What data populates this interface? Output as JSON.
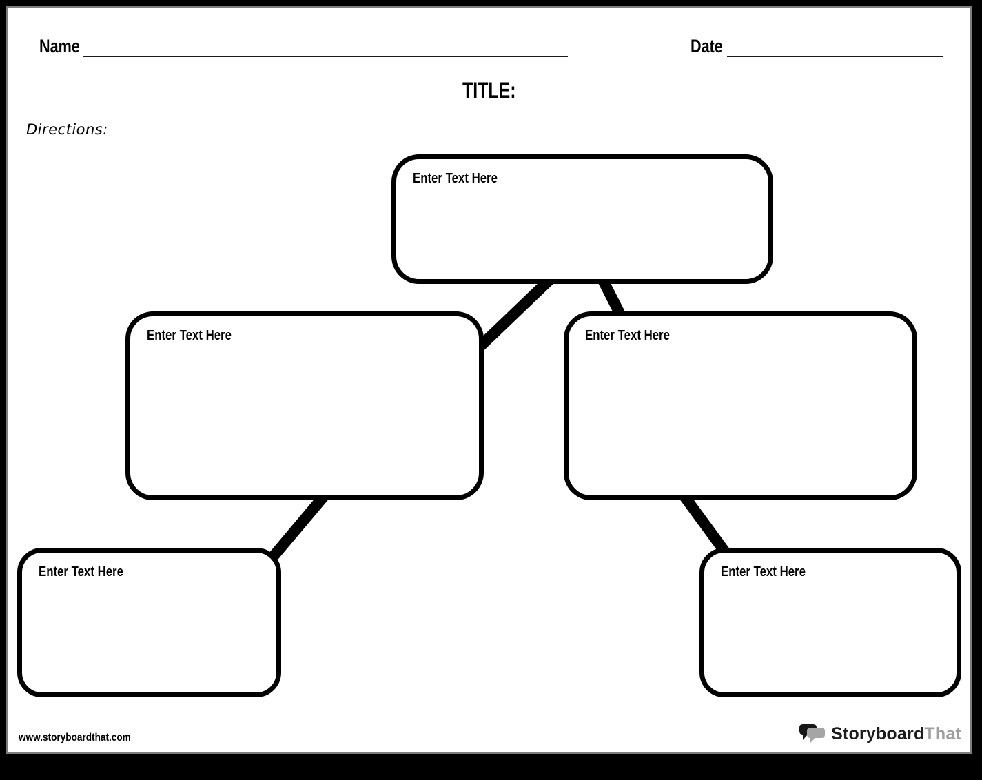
{
  "header": {
    "name_label": "Name",
    "date_label": "Date",
    "title_label": "TITLE:",
    "directions_label": "Directions:"
  },
  "boxes": [
    {
      "id": "top",
      "label": "Enter Text Here"
    },
    {
      "id": "middle-left",
      "label": "Enter Text Here"
    },
    {
      "id": "middle-right",
      "label": "Enter Text Here"
    },
    {
      "id": "bottom-left",
      "label": "Enter Text Here"
    },
    {
      "id": "bottom-right",
      "label": "Enter Text Here"
    }
  ],
  "connectors": [
    {
      "from": "top",
      "to": "middle-left"
    },
    {
      "from": "top",
      "to": "middle-right"
    },
    {
      "from": "middle-left",
      "to": "bottom-left"
    },
    {
      "from": "middle-right",
      "to": "bottom-right"
    }
  ],
  "footer": {
    "website_url": "www.storyboardthat.com",
    "logo_text_primary": "Storyboard",
    "logo_text_secondary": "That"
  },
  "icons": [
    {
      "name": "speech-bubbles-icon",
      "meaning": "StoryboardThat logo mark"
    }
  ],
  "colors": {
    "ink": "#000000",
    "page_background": "#ffffff",
    "surround": "#000000",
    "page_edge": "#7d7d7d",
    "logo_gray": "#9e9e9e"
  }
}
